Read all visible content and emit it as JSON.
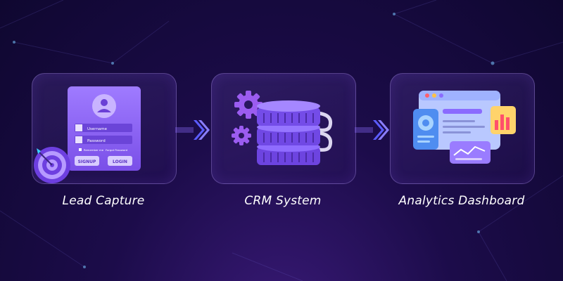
{
  "stages": [
    {
      "label": "Lead Capture",
      "form": {
        "username_label": "Username",
        "password_label": "Password",
        "remember_label": "Remember me",
        "forgot_label": "Forgot Password",
        "signup_label": "SIGNUP",
        "login_label": "LOGIN"
      }
    },
    {
      "label": "CRM System"
    },
    {
      "label": "Analytics Dashboard"
    }
  ],
  "colors": {
    "accent": "#8b5cf6",
    "accent_light": "#a78bfa",
    "card_border": "#bea0ff",
    "arrow": "#6a5cff"
  }
}
